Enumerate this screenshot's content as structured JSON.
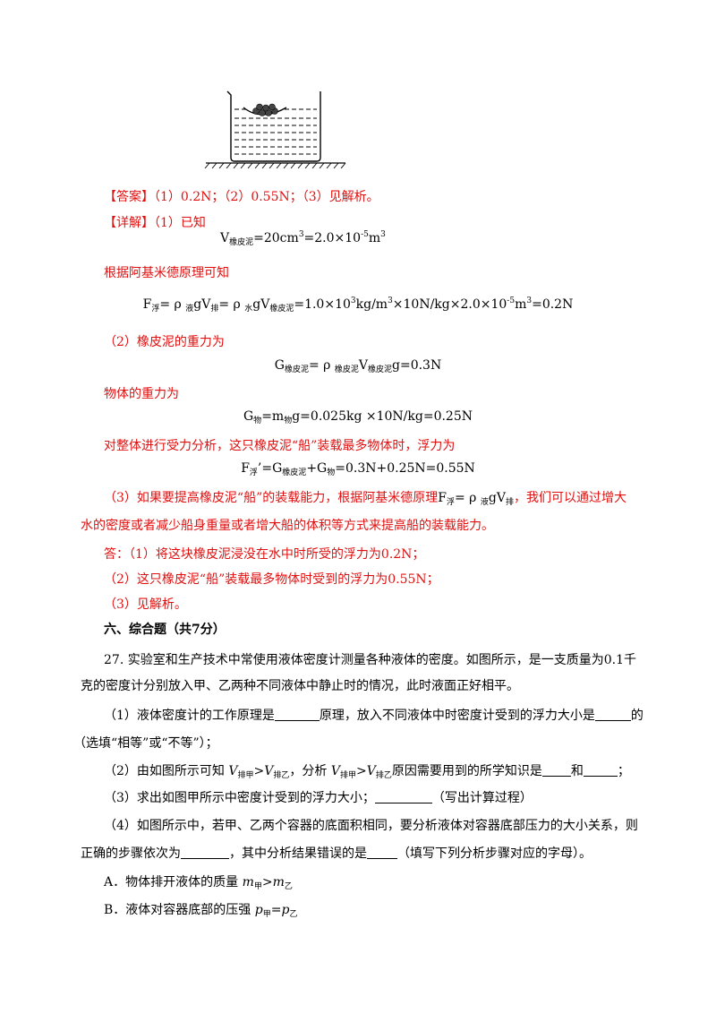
{
  "answer": {
    "label": "【答案】",
    "text": "（1）0.2N；（2）0.55N；（3）见解析。"
  },
  "detail": {
    "label": "【详解】",
    "part1_intro": "（1）已知",
    "eq_v": {
      "pre": "V",
      "sub1": "橡皮泥",
      "mid": "=20cm",
      "sup1": "3",
      "mid2": "=2.0×10",
      "sup2": "-5",
      "end": "m",
      "sup3": "3"
    },
    "archimedes": "根据阿基米德原理可知",
    "eq_f": {
      "a": "F",
      "s1": "浮",
      "b": "= ρ ",
      "s2": "液",
      "c": "gV",
      "s3": "排",
      "d": "= ρ ",
      "s4": "水",
      "e": "gV",
      "s5": "橡皮泥",
      "f": "=1.0×10",
      "p1": "3",
      "g": "kg/m",
      "p2": "3",
      "h": "×10N/kg×2.0×10",
      "p3": "-5",
      "i": "m",
      "p4": "3",
      "j": "=0.2N"
    },
    "part2": "（2）橡皮泥的重力为",
    "eq_g1": {
      "a": "G",
      "s1": "橡皮泥",
      "b": "= ρ ",
      "s2": "橡皮泥",
      "c": "V",
      "s3": "橡皮泥",
      "d": "g=0.3N"
    },
    "obj_weight": "物体的重力为",
    "eq_g2": {
      "a": "G",
      "s1": "物",
      "b": "=m",
      "s2": "物",
      "c": "g=0.025kg ×10N/kg=0.25N"
    },
    "analysis": "对整体进行受力分析，这只橡皮泥“船”装载最多物体时，浮力为",
    "eq_f2": {
      "a": "F",
      "s1": "浮",
      "b": "’=G",
      "s2": "橡皮泥",
      "c": "+G",
      "s3": "物",
      "d": "=0.3N+0.25N=0.55N"
    },
    "part3_a": "（3）如果要提高橡皮泥“船”的装载能力，根据阿基米德原理",
    "part3_eq": {
      "a": "F",
      "s1": "浮",
      "b": "= ρ ",
      "s2": "液",
      "c": "gV",
      "s3": "排"
    },
    "part3_b": "，我们可以通过增大",
    "part3_c": "水的密度或者减少船身重量或者增大船的体积等方式来提高船的装载能力。",
    "ans1": "答：（1）将这块橡皮泥浸没在水中时所受的浮力为0.2N；",
    "ans2": "（2）这只橡皮泥“船”装载最多物体时受到的浮力为0.55N；",
    "ans3": "（3）见解析。"
  },
  "section": {
    "title": "六、综合题（共7分）"
  },
  "q27": {
    "intro1": "27. 实验室和生产技术中常使用液体密度计测量各种液体的密度。如图所示，是一支质量为0.1千",
    "intro2": "克的密度计分别放入甲、乙两种不同液体中静止时的情况，此时液面正好相平。",
    "p1_a": "（1）液体密度计的工作原理是",
    "p1_b": "原理，放入不同液体中时密度计受到的浮力大小是",
    "p1_c": "的",
    "p1_d": "（选填“相等”或“不等”）；",
    "p2_a": "（2）由如图所示可知 ",
    "p2_v1": "V",
    "p2_s1": "排甲",
    "p2_gt": ">",
    "p2_v2": "V",
    "p2_s2": "排乙",
    "p2_b": "，分析 ",
    "p2_c": "原因需要用到的所学知识是",
    "p2_d": "和",
    "p2_e": "；",
    "p3_a": "（3）求出如图甲所示中密度计受到的浮力大小；",
    "p3_b": "（写出计算过程）",
    "p4_a": "（4）如图所示中，若甲、乙两个容器的底面积相同，要分析液体对容器底部压力的大小关系，则",
    "p4_b": "正确的步骤依次为",
    "p4_c": "，其中分析结果错误的是",
    "p4_d": "（填写下列分析步骤对应的字母）。",
    "optA_a": "A．物体排开液体的质量 ",
    "optA_m1": "m",
    "optA_s1": "甲",
    "optA_gt": ">",
    "optA_m2": "m",
    "optA_s2": "乙",
    "optB_a": "B．液体对容器底部的压强 ",
    "optB_p1": "p",
    "optB_s1": "甲",
    "optB_eq": "=",
    "optB_p2": "p",
    "optB_s2": "乙"
  }
}
